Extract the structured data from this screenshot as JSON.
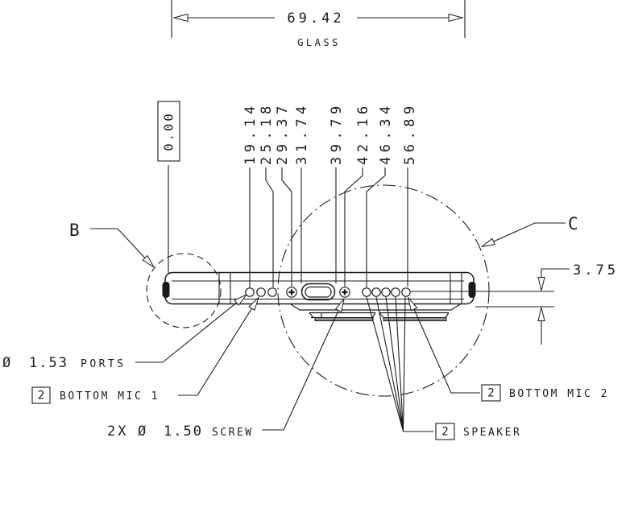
{
  "colors": {
    "line": "#1b1b1b",
    "background": "#ffffff",
    "tray_fill": "#8a8a8a"
  },
  "dimensions": {
    "glass_width": {
      "value": "69.42",
      "label": "GLASS"
    },
    "datum": "0.00",
    "positions": [
      "19.14",
      "25.18",
      "29.37",
      "31.74",
      "39.79",
      "42.16",
      "46.34",
      "56.89"
    ],
    "thickness": "3.75"
  },
  "details": {
    "left": "B",
    "right": "C"
  },
  "callouts": {
    "ports": {
      "diameter_symbol": "Ø",
      "value": "1.53",
      "label": "PORTS"
    },
    "mic1": {
      "qty": "2",
      "label": "BOTTOM MIC 1"
    },
    "screw": {
      "count": "2X",
      "diameter_symbol": "Ø",
      "value": "1.50",
      "label": "SCREW"
    },
    "speaker": {
      "qty": "2",
      "label": "SPEAKER"
    },
    "mic2": {
      "qty": "2",
      "label": "BOTTOM MIC 2"
    }
  }
}
